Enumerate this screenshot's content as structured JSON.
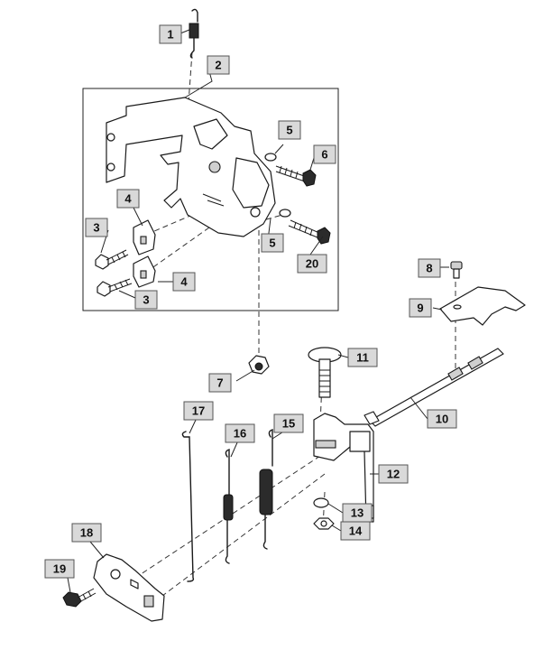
{
  "callouts": [
    {
      "id": "c1",
      "label": "1"
    },
    {
      "id": "c2",
      "label": "2"
    },
    {
      "id": "c3a",
      "label": "3"
    },
    {
      "id": "c3b",
      "label": "3"
    },
    {
      "id": "c4a",
      "label": "4"
    },
    {
      "id": "c4b",
      "label": "4"
    },
    {
      "id": "c5a",
      "label": "5"
    },
    {
      "id": "c5b",
      "label": "5"
    },
    {
      "id": "c6",
      "label": "6"
    },
    {
      "id": "c7",
      "label": "7"
    },
    {
      "id": "c8",
      "label": "8"
    },
    {
      "id": "c9",
      "label": "9"
    },
    {
      "id": "c10",
      "label": "10"
    },
    {
      "id": "c11",
      "label": "11"
    },
    {
      "id": "c12",
      "label": "12"
    },
    {
      "id": "c13",
      "label": "13"
    },
    {
      "id": "c14",
      "label": "14"
    },
    {
      "id": "c15",
      "label": "15"
    },
    {
      "id": "c16",
      "label": "16"
    },
    {
      "id": "c17",
      "label": "17"
    },
    {
      "id": "c18",
      "label": "18"
    },
    {
      "id": "c19",
      "label": "19"
    },
    {
      "id": "c20",
      "label": "20"
    }
  ],
  "colors": {
    "callout_fill": "#d9d9d9",
    "line": "#1a1a1a",
    "background": "#ffffff"
  }
}
